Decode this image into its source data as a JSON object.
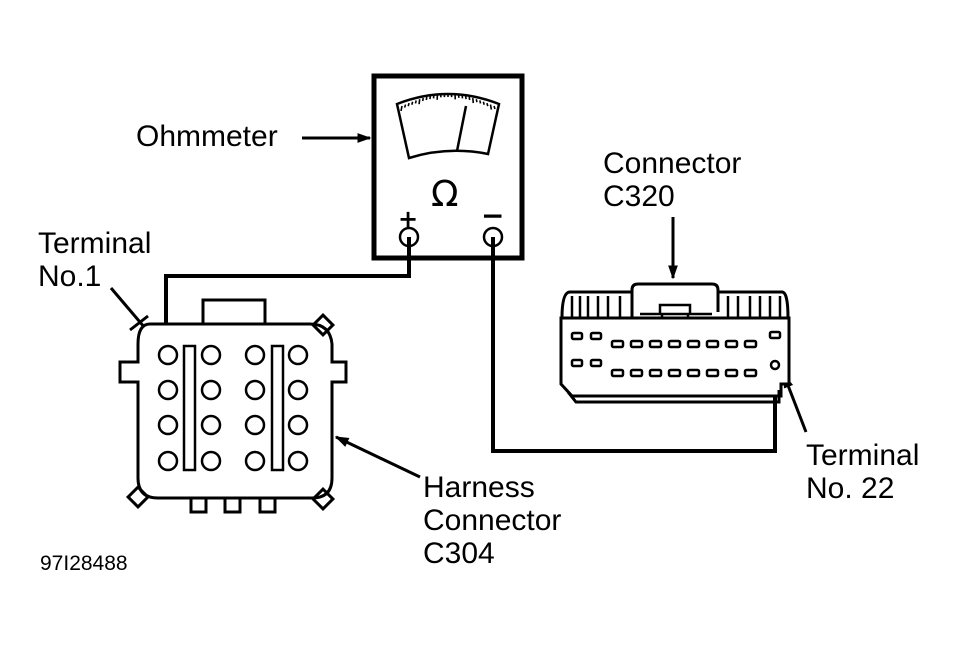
{
  "diagram": {
    "labels": {
      "ohmmeter": "Ohmmeter",
      "terminal1_line1": "Terminal",
      "terminal1_line2": "No.1",
      "connector_c320_line1": "Connector",
      "connector_c320_line2": "C320",
      "terminal22_line1": "Terminal",
      "terminal22_line2": "No. 22",
      "harness_line1": "Harness",
      "harness_line2": "Connector",
      "harness_line3": "C304",
      "figure_id": "97I28488"
    },
    "meter": {
      "unit_symbol": "Ω",
      "positive_symbol": "+",
      "negative_symbol": "−"
    },
    "colors": {
      "ink": "#000000",
      "background": "#ffffff"
    }
  }
}
